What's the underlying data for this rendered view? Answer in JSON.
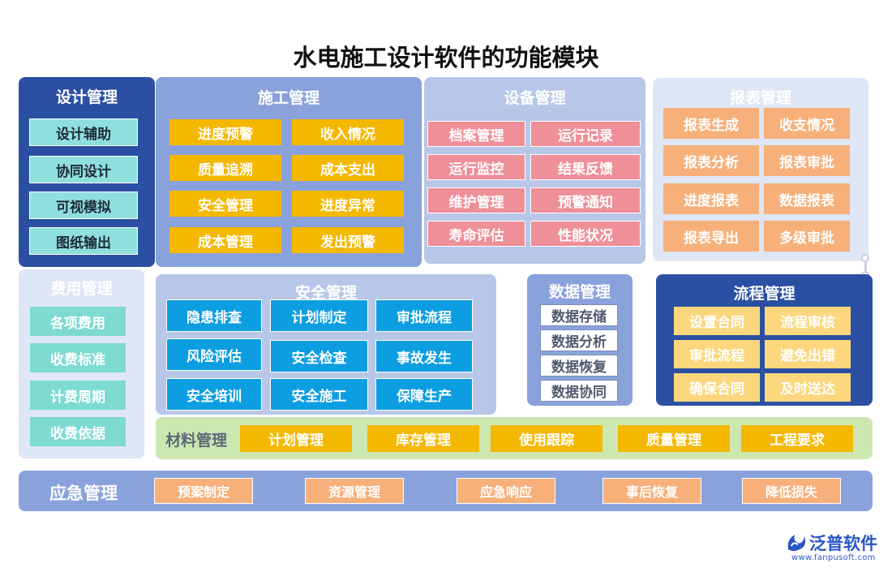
{
  "title": "水电施工设计软件的功能模块",
  "design": {
    "title": "设计管理",
    "items": [
      "设计辅助",
      "协同设计",
      "可视模拟",
      "图纸输出"
    ]
  },
  "construction": {
    "title": "施工管理",
    "items": [
      "进度预警",
      "收入情况",
      "质量追溯",
      "成本支出",
      "安全管理",
      "进度异常",
      "成本管理",
      "发出预警"
    ]
  },
  "equipment": {
    "title": "设备管理",
    "items": [
      "档案管理",
      "运行记录",
      "运行监控",
      "结果反馈",
      "维护管理",
      "预警通知",
      "寿命评估",
      "性能状况"
    ]
  },
  "reports": {
    "title": "报表管理",
    "items": [
      "报表生成",
      "收支情况",
      "报表分析",
      "报表审批",
      "进度报表",
      "数据报表",
      "报表导出",
      "多级审批"
    ]
  },
  "fees": {
    "title": "费用管理",
    "items": [
      "各项费用",
      "收费标准",
      "计费周期",
      "收费依据"
    ]
  },
  "safety": {
    "title": "安全管理",
    "items": [
      "隐患排查",
      "计划制定",
      "审批流程",
      "风险评估",
      "安全检查",
      "事故发生",
      "安全培训",
      "安全施工",
      "保障生产"
    ]
  },
  "data_mgmt": {
    "title": "数据管理",
    "items": [
      "数据存储",
      "数据分析",
      "数据恢复",
      "数据协同"
    ]
  },
  "process": {
    "title": "流程管理",
    "items": [
      "设置合同",
      "流程审核",
      "审批流程",
      "避免出错",
      "确保合同",
      "及时送达"
    ]
  },
  "materials": {
    "title": "材料管理",
    "items": [
      "计划管理",
      "库存管理",
      "使用跟踪",
      "质量管理",
      "工程要求"
    ]
  },
  "emergency": {
    "title": "应急管理",
    "items": [
      "预案制定",
      "资源管理",
      "应急响应",
      "事后恢复",
      "降低损失"
    ]
  },
  "watermark": {
    "brand": "泛普软件",
    "url": "www.fanpusoft.com"
  }
}
